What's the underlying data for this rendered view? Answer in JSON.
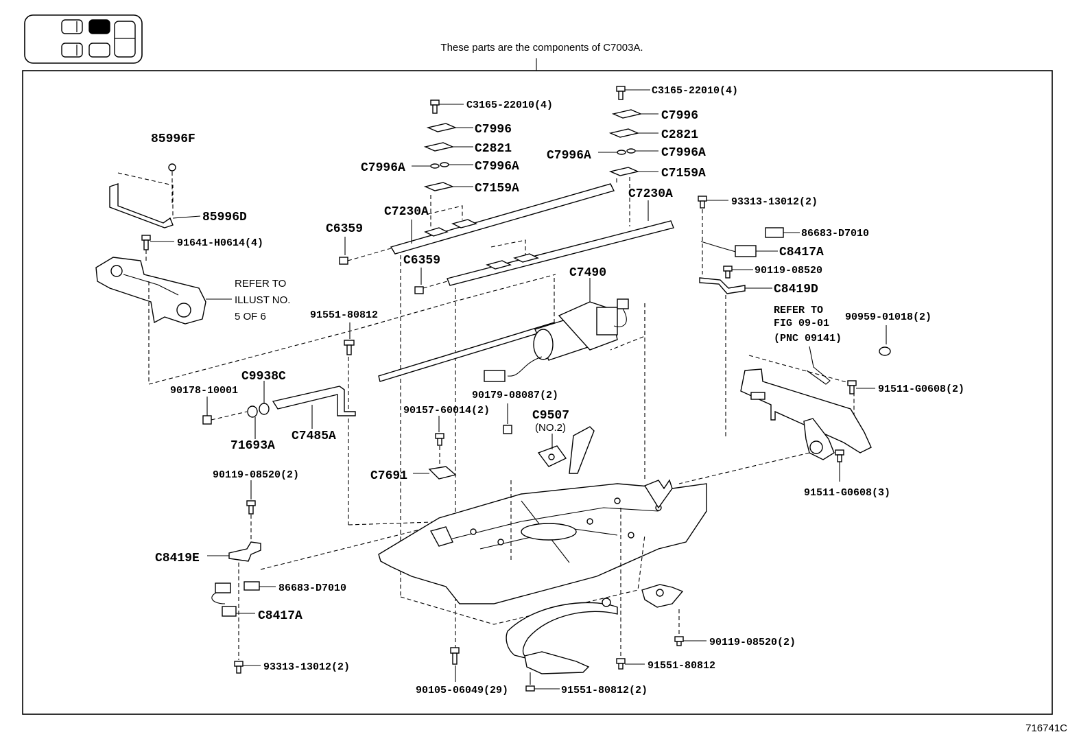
{
  "header_note": "These parts are the components of C7003A.",
  "footer_id": "716741C",
  "refer_left": [
    "REFER TO",
    "ILLUST NO.",
    "5 OF 6"
  ],
  "refer_right": [
    "REFER TO",
    "FIG 09-01",
    "(PNC 09141)"
  ],
  "labels": {
    "p85996F": "85996F",
    "p85996D": "85996D",
    "p91641": "91641-H0614(4)",
    "c3165_left": "C3165-22010(4)",
    "c7996_left": "C7996",
    "c2821_left": "C2821",
    "c7996A_left_l": "C7996A",
    "c7996A_left_r": "C7996A",
    "c7159A_left": "C7159A",
    "c3165_right": "C3165-22010(4)",
    "c7996_right": "C7996",
    "c2821_right": "C2821",
    "c7996A_right_l": "C7996A",
    "c7996A_right_r": "C7996A",
    "c7159A_right": "C7159A",
    "c7230A_right": "C7230A",
    "c6359_left": "C6359",
    "c7230A_left": "C7230A",
    "c6359_mid": "C6359",
    "p93313_top": "93313-13012(2)",
    "p86683_top": "86683-D7010",
    "c8417A_top": "C8417A",
    "p90119_top": "90119-08520",
    "c8419D": "C8419D",
    "c7490": "C7490",
    "p91551_left": "91551-80812",
    "c9938C": "C9938C",
    "p90178": "90178-10001",
    "p71693A": "71693A",
    "c7485A": "C7485A",
    "p90959": "90959-01018(2)",
    "p91511_top": "91511-G0608(2)",
    "p91511_bot": "91511-G0608(3)",
    "p90179": "90179-08087(2)",
    "c9507": "C9507",
    "c9507_no": "(NO.2)",
    "p90157": "90157-60014(2)",
    "c7691": "C7691",
    "p90119_left": "90119-08520(2)",
    "c8419E": "C8419E",
    "p86683_bot": "86683-D7010",
    "c8417A_bot": "C8417A",
    "p93313_bot": "93313-13012(2)",
    "p90119_right": "90119-08520(2)",
    "p91551_right": "91551-80812",
    "p90105": "90105-06049(29)",
    "p91551_bot": "91551-80812(2)"
  }
}
